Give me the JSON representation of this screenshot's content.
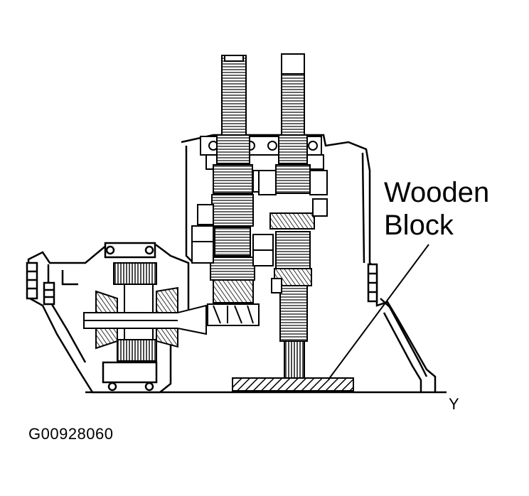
{
  "callout": {
    "line1": "Wooden",
    "line2": "Block"
  },
  "view_marker": "Y",
  "figure_id": "G00928060",
  "colors": {
    "ink": "#000000",
    "paper": "#ffffff"
  }
}
